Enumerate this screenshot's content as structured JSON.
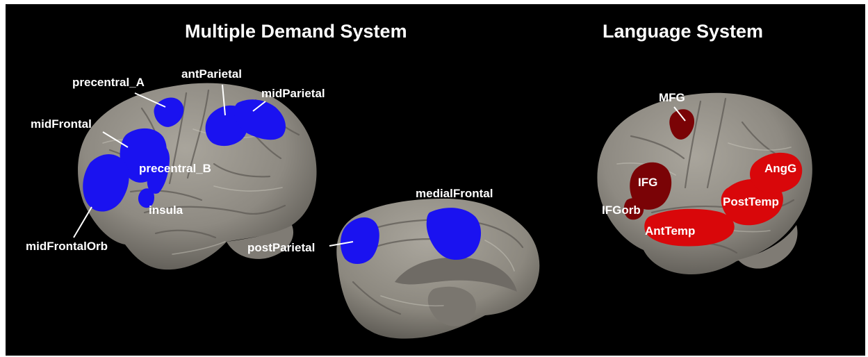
{
  "titles": {
    "md": "Multiple Demand System",
    "lang": "Language System"
  },
  "labels": {
    "precentral_A": "precentral_A",
    "antParietal": "antParietal",
    "midParietal": "midParietal",
    "midFrontal": "midFrontal",
    "precentral_B": "precentral_B",
    "insula": "insula",
    "midFrontalOrb": "midFrontalOrb",
    "postParietal": "postParietal",
    "medialFrontal": "medialFrontal",
    "MFG": "MFG",
    "IFG": "IFG",
    "IFGorb": "IFGorb",
    "AntTemp": "AntTemp",
    "PostTemp": "PostTemp",
    "AngG": "AngG"
  },
  "colors": {
    "background": "#000000",
    "brain": "#8e8a82",
    "md_regions": "#1a12f0",
    "lang_regions": "#d9070a",
    "lang_regions_dark": "#7a0306",
    "text": "#ffffff"
  }
}
